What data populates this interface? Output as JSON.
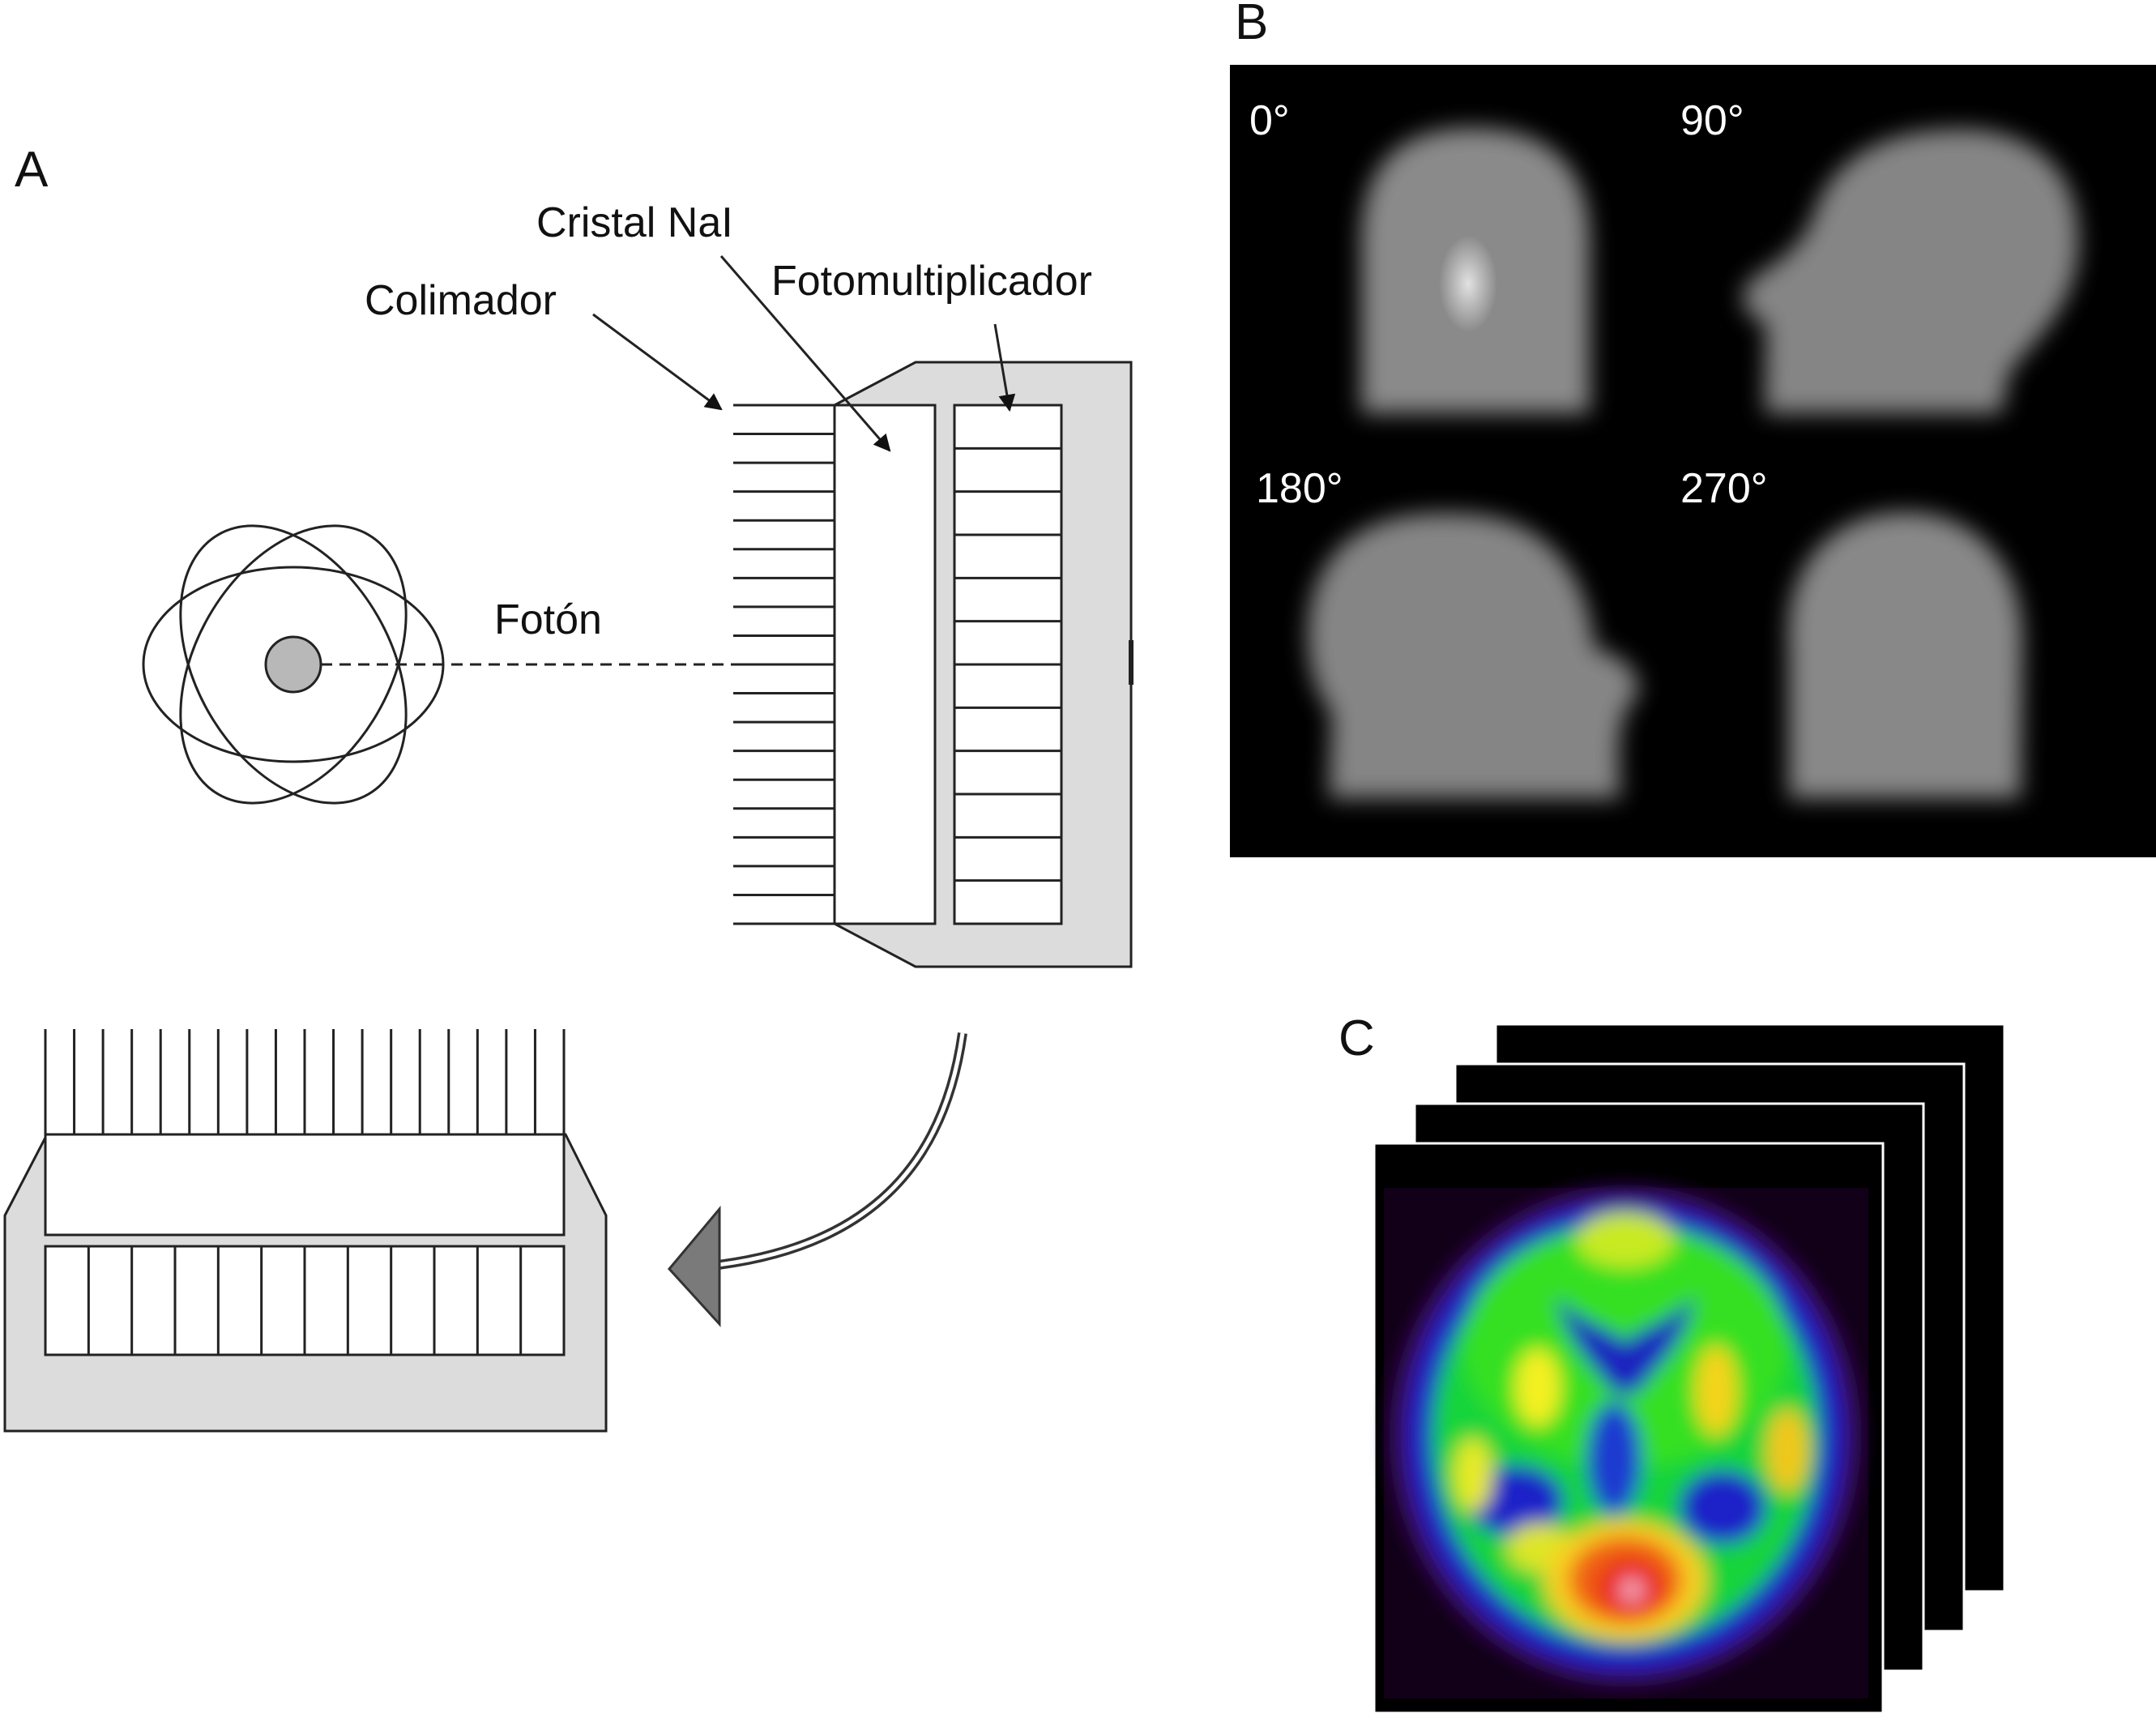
{
  "panels": {
    "a_label": "A",
    "b_label": "B",
    "c_label": "C"
  },
  "detector": {
    "collimator_label": "Colimador",
    "crystal_label": "Cristal NaI",
    "pmt_label": "Fotomultiplicador",
    "photon_label": "Fotón"
  },
  "projections": {
    "angles": [
      "0°",
      "90°",
      "180°",
      "270°"
    ]
  },
  "colors": {
    "housing_fill": "#dcdcdc",
    "line": "#222222",
    "nucleus_fill": "#b8b8b8",
    "arrowhead_fill": "#7a7a7a",
    "scan_background": "#000000"
  }
}
